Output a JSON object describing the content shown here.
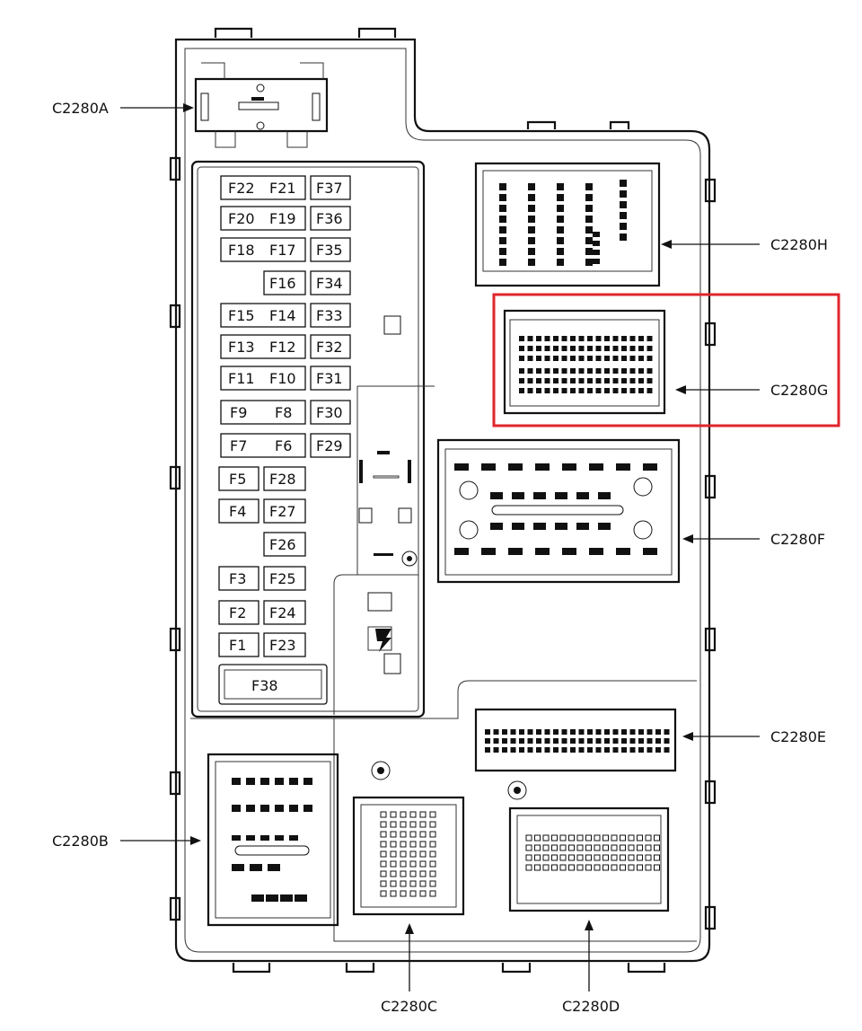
{
  "connectors": [
    {
      "id": "C2280A",
      "label": "C2280A"
    },
    {
      "id": "C2280B",
      "label": "C2280B"
    },
    {
      "id": "C2280C",
      "label": "C2280C"
    },
    {
      "id": "C2280D",
      "label": "C2280D"
    },
    {
      "id": "C2280E",
      "label": "C2280E"
    },
    {
      "id": "C2280F",
      "label": "C2280F"
    },
    {
      "id": "C2280G",
      "label": "C2280G"
    },
    {
      "id": "C2280H",
      "label": "C2280H"
    }
  ],
  "highlighted_connector": "C2280G",
  "highlight_color": "#e0262b",
  "fuses": {
    "F1": "F1",
    "F2": "F2",
    "F3": "F3",
    "F4": "F4",
    "F5": "F5",
    "F6": "F6",
    "F7": "F7",
    "F8": "F8",
    "F9": "F9",
    "F10": "F10",
    "F11": "F11",
    "F12": "F12",
    "F13": "F13",
    "F14": "F14",
    "F15": "F15",
    "F16": "F16",
    "F17": "F17",
    "F18": "F18",
    "F19": "F19",
    "F20": "F20",
    "F21": "F21",
    "F22": "F22",
    "F23": "F23",
    "F24": "F24",
    "F25": "F25",
    "F26": "F26",
    "F27": "F27",
    "F28": "F28",
    "F29": "F29",
    "F30": "F30",
    "F31": "F31",
    "F32": "F32",
    "F33": "F33",
    "F34": "F34",
    "F35": "F35",
    "F36": "F36",
    "F37": "F37",
    "F38": "F38"
  }
}
